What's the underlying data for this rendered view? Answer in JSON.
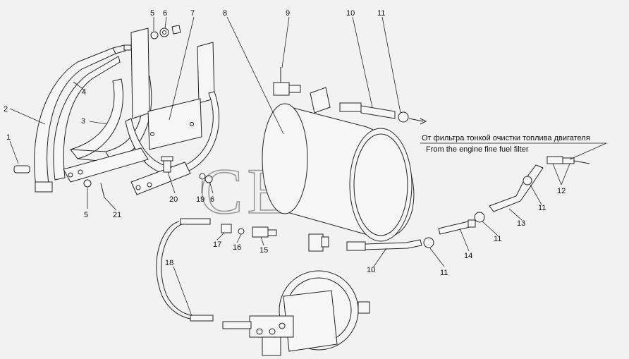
{
  "diagram": {
    "watermark": "СЕЛМ",
    "note": {
      "ru": "От фильтра тонкой очистки топлива двигателя",
      "en": "From the engine fine fuel filter"
    },
    "callouts": {
      "c5a": "5",
      "c6a": "6",
      "c7": "7",
      "c8": "8",
      "c9": "9",
      "c10a": "10",
      "c11a": "11",
      "c4": "4",
      "c2": "2",
      "c3": "3",
      "c1": "1",
      "c5b": "5",
      "c21": "21",
      "c20": "20",
      "c19": "19",
      "c6b": "6",
      "c12": "12",
      "c11b": "11",
      "c13": "13",
      "c11c": "11",
      "c14": "14",
      "c11d": "11",
      "c10b": "10",
      "c17": "17",
      "c16": "16",
      "c15": "15",
      "c18": "18"
    }
  }
}
